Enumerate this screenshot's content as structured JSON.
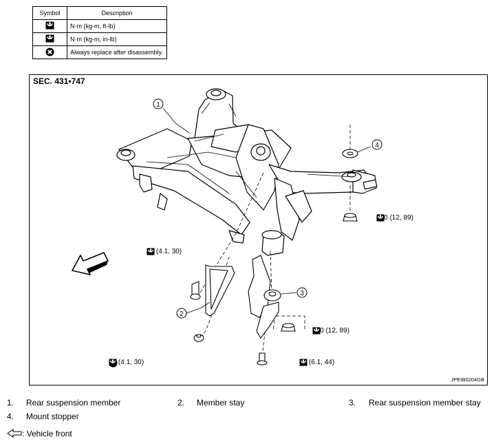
{
  "legend": {
    "header_symbol": "Symbol",
    "header_description": "Description",
    "rows": [
      {
        "icon": "torque-wrench-icon",
        "text": "N·m (kg-m, ft-lb)"
      },
      {
        "icon": "torque-wrench-small-icon",
        "text": "N·m (kg-m, in-lb)"
      },
      {
        "icon": "always-replace-icon",
        "text": "Always replace after disassembly."
      }
    ]
  },
  "figure": {
    "section": "SEC. 431•747",
    "code": "JPEIB0204GB",
    "callouts": [
      "1",
      "2",
      "3",
      "4"
    ],
    "torques": {
      "rear_mount_nut": "120 (12, 89)",
      "stay_bolt_upper": "40 (4.1, 30)",
      "stay_bolt_lower": "40 (4.1, 30)",
      "front_mount_nut": "120 (12, 89)",
      "front_mount_bolt": "60 (6.1, 44)"
    }
  },
  "parts": [
    {
      "num": "1.",
      "name": "Rear suspension member"
    },
    {
      "num": "2.",
      "name": "Member stay"
    },
    {
      "num": "3.",
      "name": "Rear suspension member stay"
    },
    {
      "num": "4.",
      "name": "Mount stopper"
    }
  ],
  "vehicle_front": ": Vehicle front",
  "colors": {
    "line": "#000000",
    "paper": "#ffffff"
  }
}
